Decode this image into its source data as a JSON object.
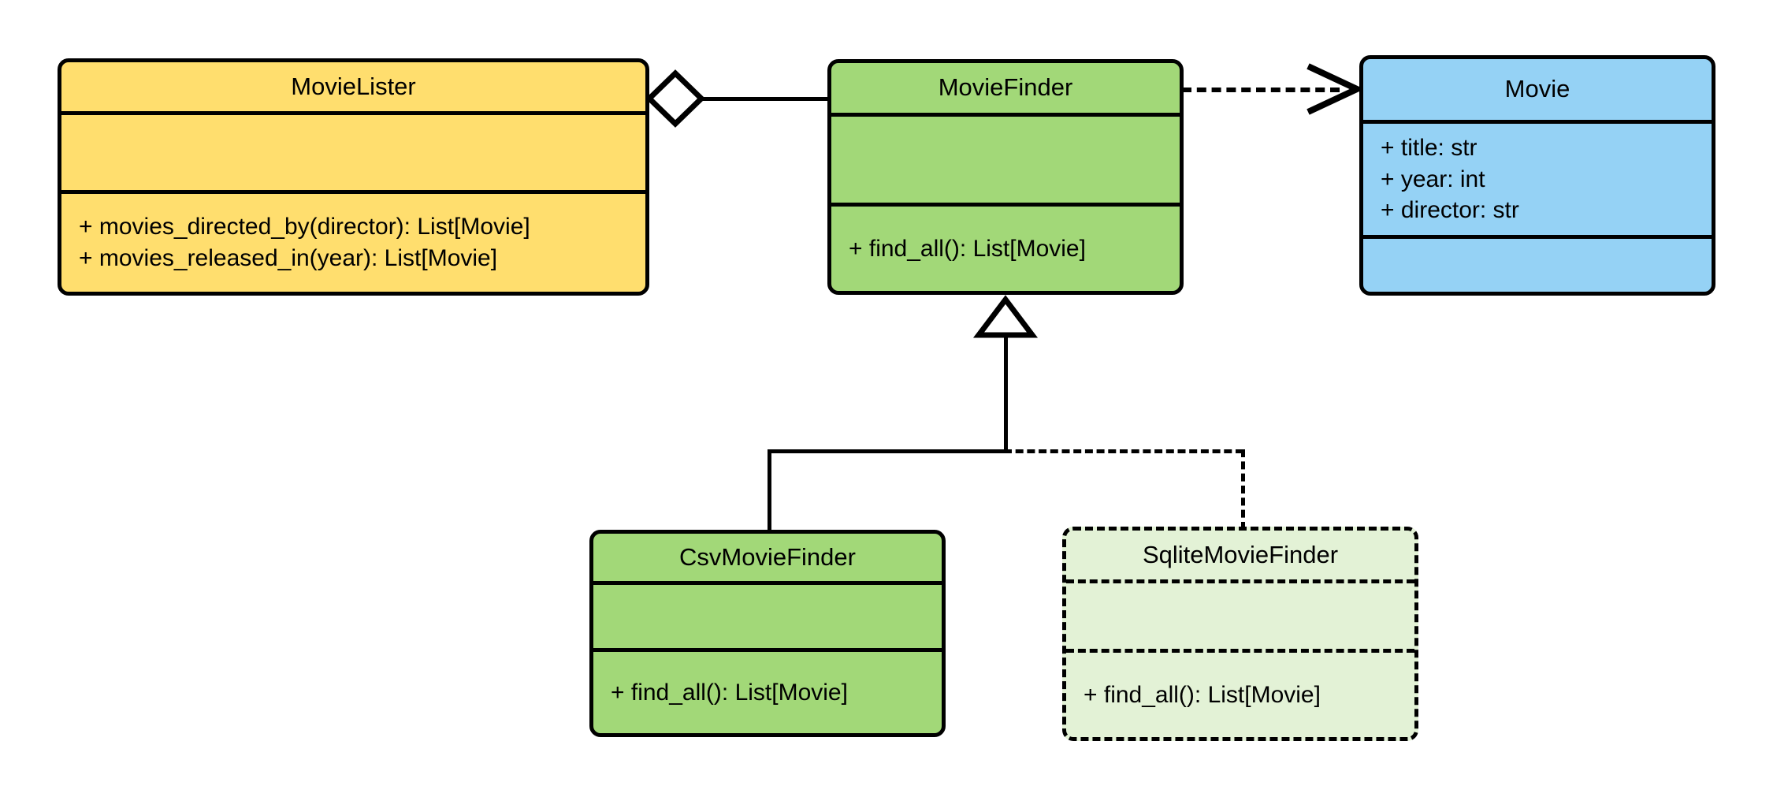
{
  "diagram": {
    "kind": "uml-class-diagram",
    "background": "#ffffff",
    "line_color": "#000000"
  },
  "colors": {
    "yellow_fill": "#FFDE6E",
    "green_fill": "#A2D878",
    "blue_fill": "#95D2F5",
    "pale_green_fill": "#E3F2D6",
    "stroke": "#000000"
  },
  "classes": {
    "movie_lister": {
      "name": "MovieLister",
      "fill": "#FFDE6E",
      "border_style": "solid",
      "attributes": [],
      "methods": [
        "+ movies_directed_by(director): List[Movie]",
        "+ movies_released_in(year): List[Movie]"
      ]
    },
    "movie_finder": {
      "name": "MovieFinder",
      "fill": "#A2D878",
      "border_style": "solid",
      "attributes": [],
      "methods": [
        "+ find_all(): List[Movie]"
      ]
    },
    "movie": {
      "name": "Movie",
      "fill": "#95D2F5",
      "border_style": "solid",
      "attributes": [
        "+ title: str",
        "+ year: int",
        "+ director: str"
      ],
      "methods": []
    },
    "csv_movie_finder": {
      "name": "CsvMovieFinder",
      "fill": "#A2D878",
      "border_style": "solid",
      "attributes": [],
      "methods": [
        "+ find_all(): List[Movie]"
      ]
    },
    "sqlite_movie_finder": {
      "name": "SqliteMovieFinder",
      "fill": "#E3F2D6",
      "border_style": "dashed",
      "attributes": [],
      "methods": [
        "+ find_all(): List[Movie]"
      ]
    }
  },
  "relationships": [
    {
      "id": "aggregation-lister-finder",
      "type": "aggregation",
      "from": "MovieLister",
      "to": "MovieFinder",
      "line_style": "solid",
      "source_marker": "hollow-diamond",
      "target_marker": "none"
    },
    {
      "id": "dependency-finder-movie",
      "type": "dependency",
      "from": "MovieFinder",
      "to": "Movie",
      "line_style": "dashed",
      "source_marker": "none",
      "target_marker": "open-arrow"
    },
    {
      "id": "inheritance-csv-finder",
      "type": "generalization",
      "from": "CsvMovieFinder",
      "to": "MovieFinder",
      "line_style": "solid",
      "source_marker": "none",
      "target_marker": "hollow-triangle"
    },
    {
      "id": "inheritance-sqlite-finder",
      "type": "generalization",
      "from": "SqliteMovieFinder",
      "to": "MovieFinder",
      "line_style": "dashed",
      "source_marker": "none",
      "target_marker": "hollow-triangle"
    }
  ]
}
